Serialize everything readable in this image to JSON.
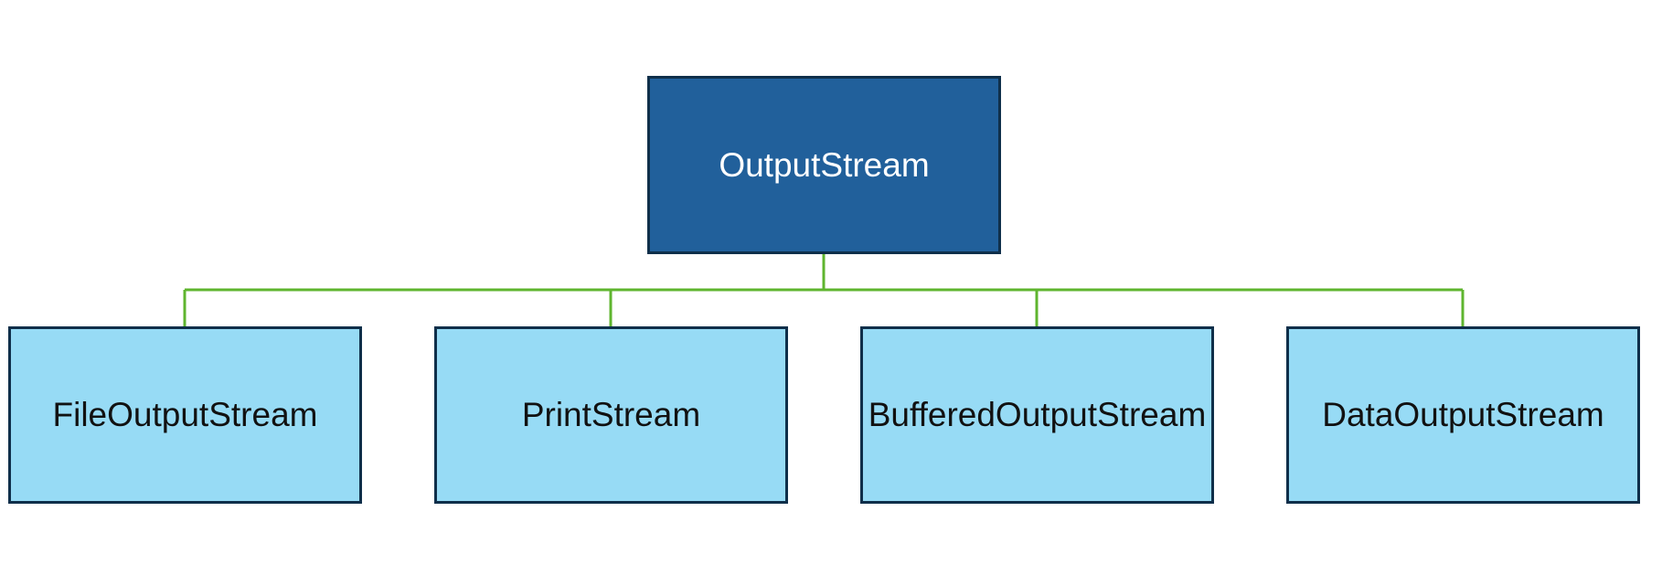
{
  "diagram": {
    "root": {
      "label": "OutputStream",
      "fill_color": "#21609b"
    },
    "children": [
      {
        "label": "FileOutputStream"
      },
      {
        "label": "PrintStream"
      },
      {
        "label": "BufferedOutputStream"
      },
      {
        "label": "DataOutputStream"
      }
    ],
    "child_fill_color": "#97dbf5",
    "border_color": "#0f2f4a",
    "connector_color": "#5fb52f"
  }
}
